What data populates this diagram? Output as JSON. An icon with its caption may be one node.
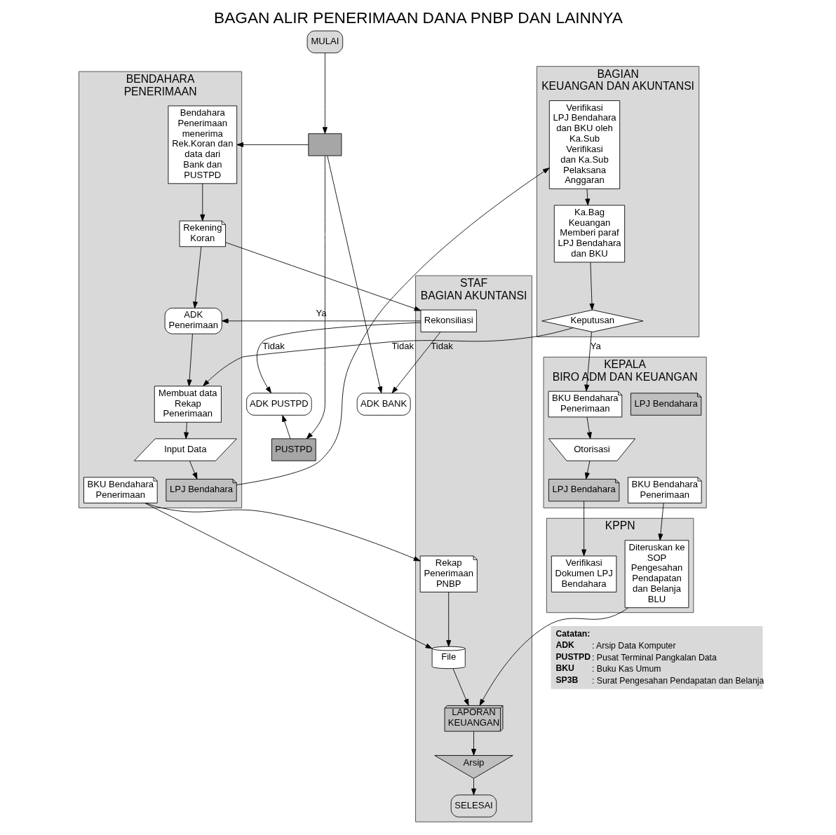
{
  "diagram": {
    "title": "BAGAN ALIR PENERIMAAN DANA PNBP DAN LAINNYA",
    "nodes": [
      {
        "text": [
          "STAF BAGIAN AKUNTANSI"
        ]
      },
      {
        "text": [
          "BENDAHARA PENERIMAAN"
        ]
      },
      {
        "text": [
          "BAGIAN KEUANGAN DAN AKUNTANSI"
        ]
      },
      {
        "text": [
          "KEPALA BIRO ADM DAN KEUANGAN"
        ]
      },
      {
        "text": [
          "KPPN"
        ]
      },
      {
        "text": [
          "MULAI"
        ]
      },
      {
        "text": [],
        "shape": "box"
      },
      {
        "text": [
          "ADK BANK"
        ]
      },
      {
        "text": [
          "ADK PUSTPD"
        ]
      },
      {
        "text": [
          "PUSTPD"
        ]
      },
      {
        "text": [
          "Rekonsiliasi"
        ],
        "in": 0
      },
      {
        "text": [
          "Bendahara Penerimaan menerima Rek.Koran dan data dari Bank dan PUSTPD"
        ],
        "in": 1
      },
      {
        "text": [
          "Rekening Koran"
        ],
        "in": 1
      },
      {
        "text": [
          "ADK Penerimaan"
        ],
        "in": 1
      },
      {
        "text": [
          "Membuat data Rekap Penerimaan"
        ],
        "in": 1
      },
      {
        "text": [
          "Input Data"
        ],
        "in": 1
      },
      {
        "text": [
          "LPJ Bendahara"
        ],
        "in": 1
      },
      {
        "text": [
          "BKU Bendahara Penerimaan"
        ],
        "in": 1
      },
      {
        "text": [
          "Rekap Penerimaan PNBP"
        ],
        "in": 0
      },
      {
        "text": [
          "File"
        ],
        "in": 0
      },
      {
        "text": [
          "LAPORAN KEUANGAN"
        ],
        "in": 0
      },
      {
        "text": [
          "Arsip"
        ],
        "in": 0
      },
      {
        "text": [
          "SELESAI"
        ],
        "in": 0
      },
      {
        "text": [
          "Verifikasi LPJ Bendahara dan BKU oleh Ka.Sub Verifikasi dan Ka.Sub Pelaksana Anggaran"
        ],
        "in": 2
      },
      {
        "text": [
          "Ka.Bag Keuangan Memberi paraf LPJ Bendahara dan BKU"
        ],
        "in": 2
      },
      {
        "text": [
          "Keputusan"
        ],
        "in": 2
      },
      {
        "text": [
          "LPJ Bendahara"
        ],
        "in": 3
      },
      {
        "text": [
          "BKU Bendahara Penerimaan"
        ],
        "in": 3
      },
      {
        "text": [
          "Otorisasi"
        ],
        "in": 3
      },
      {
        "text": [
          "LPJ Bendahara"
        ],
        "in": 3
      },
      {
        "text": [
          "BKU Bendahara Penerimaan"
        ],
        "in": 3
      },
      {
        "text": [
          "Verifikasi Dokumen LPJ Bendahara"
        ],
        "in": 4
      },
      {
        "text": [
          "Diteruskan ke SOP Pengesahan Pendapatan dan Belanja BLU"
        ],
        "in": 4
      }
    ],
    "edges": [
      {
        "from": 5,
        "to": 6,
        "arrow": "to"
      },
      {
        "from": 6,
        "to": 11,
        "arrow": "to"
      },
      {
        "from": 6,
        "to": 7,
        "arrow": "to"
      },
      {
        "from": 6,
        "to": 9,
        "arrow": "to"
      },
      {
        "from": 9,
        "to": 8,
        "arrow": "to"
      },
      {
        "from": 11,
        "to": 12,
        "arrow": "to"
      },
      {
        "from": 12,
        "to": 10,
        "arrow": "to"
      },
      {
        "from": 12,
        "to": 13,
        "arrow": "to"
      },
      {
        "from": 10,
        "to": 13,
        "arrow": "to",
        "label": "Ya"
      },
      {
        "from": 10,
        "to": 7,
        "arrow": "to",
        "label": "Tidak"
      },
      {
        "from": 10,
        "to": 8,
        "arrow": "to",
        "label": "Tidak"
      },
      {
        "from": 13,
        "to": 14,
        "arrow": "to"
      },
      {
        "from": 14,
        "to": 15,
        "arrow": "to"
      },
      {
        "from": 15,
        "to": 16,
        "arrow": "to"
      },
      {
        "from": 16,
        "to": 23,
        "arrow": "to"
      },
      {
        "from": 17,
        "to": 18,
        "arrow": "to"
      },
      {
        "from": 17,
        "to": 19,
        "arrow": "to"
      },
      {
        "from": 18,
        "to": 19,
        "arrow": "to"
      },
      {
        "from": 19,
        "to": 20,
        "arrow": "to"
      },
      {
        "from": 20,
        "to": 21,
        "arrow": "to"
      },
      {
        "from": 21,
        "to": 22,
        "arrow": "to"
      },
      {
        "from": 23,
        "to": 24,
        "arrow": "to"
      },
      {
        "from": 24,
        "to": 25,
        "arrow": "to"
      },
      {
        "from": 25,
        "to": 14,
        "arrow": "to",
        "label": "Tidak"
      },
      {
        "from": 25,
        "to": 27,
        "arrow": "to",
        "label": "Ya"
      },
      {
        "from": 27,
        "to": 28,
        "arrow": "to"
      },
      {
        "from": 28,
        "to": 29,
        "arrow": "to"
      },
      {
        "from": 29,
        "to": 31,
        "arrow": "to"
      },
      {
        "from": 30,
        "to": 32,
        "arrow": "to"
      },
      {
        "from": 32,
        "to": 20,
        "arrow": "to"
      }
    ],
    "labels": [
      "Catatan:",
      "ADK",
      ": Arsip Data Komputer",
      "PUSTPD",
      ": Pusat Terminal Pangkalan Data",
      "BKU",
      ": Buku Kas Umum",
      "SP3B",
      ": Surat Pengesahan Pendapatan dan Belanja"
    ]
  }
}
